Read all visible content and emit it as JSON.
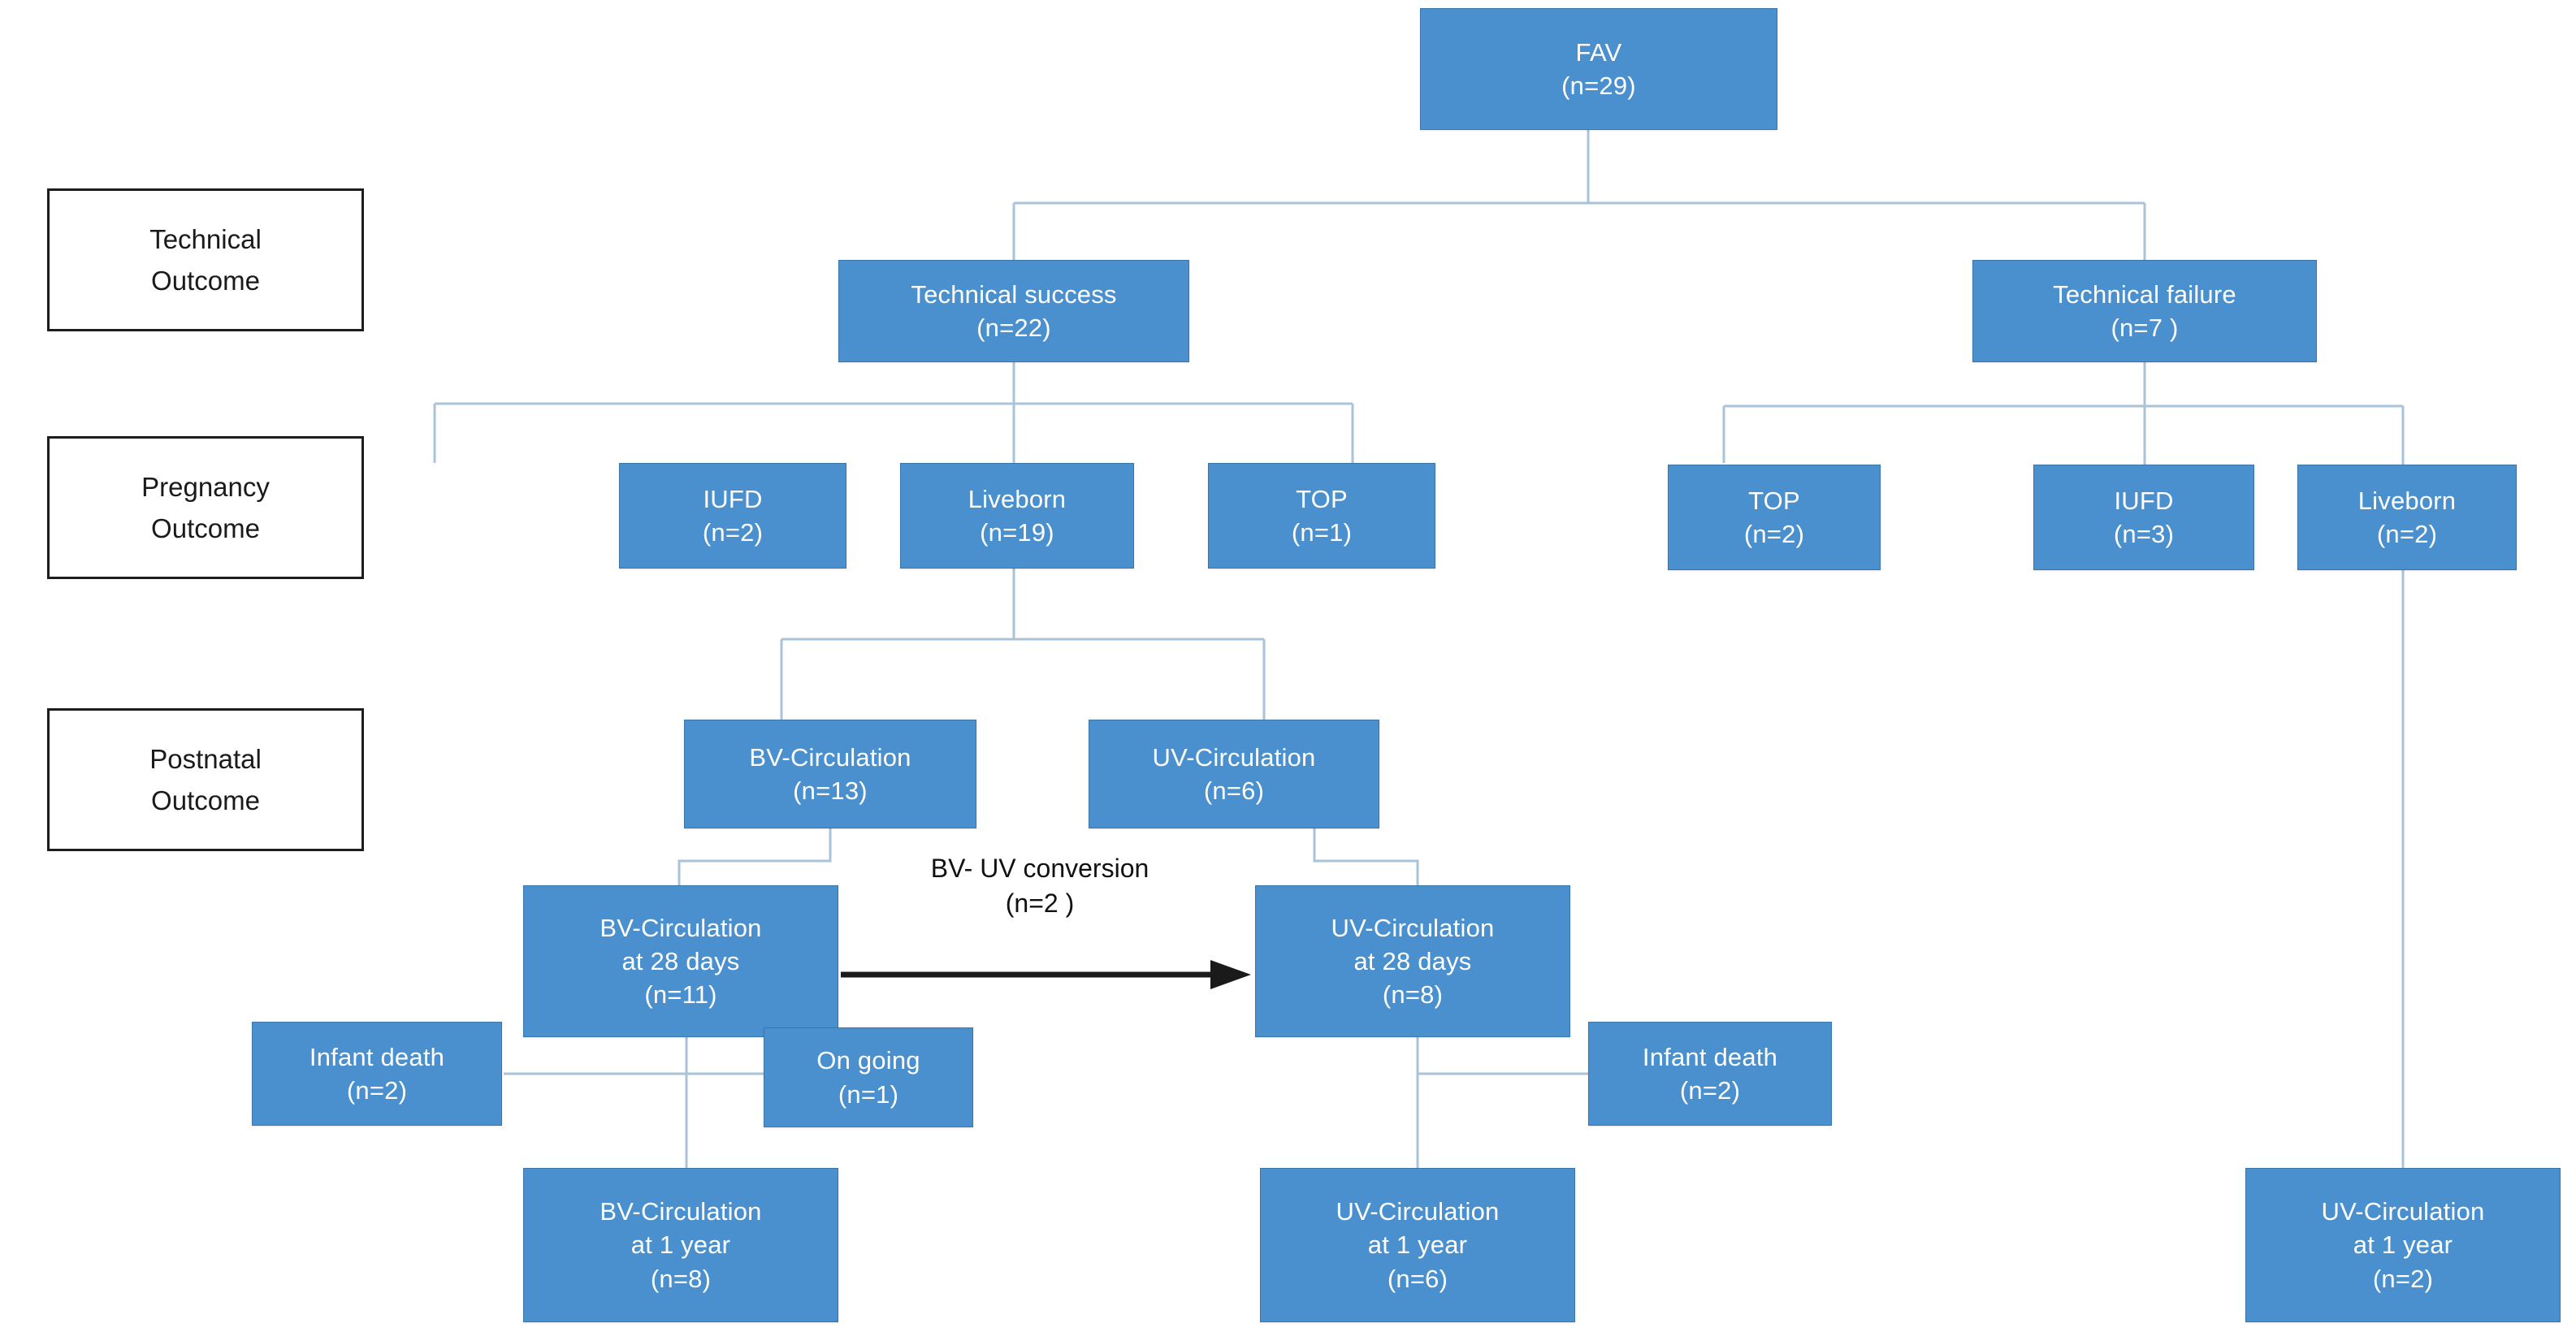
{
  "diagram": {
    "title": "FAV cohort outcome flowchart",
    "colors": {
      "node_fill": "#4A90CE",
      "node_border": "#3A76AA",
      "node_text": "#FFFFFF",
      "connector": "#A9C3D8",
      "arrow": "#1A1A1A",
      "label_border": "#1D1D1D",
      "background": "#FFFFFF"
    },
    "stage_labels": [
      {
        "id": "technical-outcome",
        "line1": "Technical",
        "line2": "Outcome"
      },
      {
        "id": "pregnancy-outcome",
        "line1": "Pregnancy",
        "line2": "Outcome"
      },
      {
        "id": "postnatal-outcome",
        "line1": "Postnatal",
        "line2": "Outcome"
      }
    ],
    "nodes": {
      "fav": {
        "line1": "FAV",
        "line2": "(n=29)",
        "line3": ""
      },
      "tech_success": {
        "line1": "Technical success",
        "line2": "(n=22)",
        "line3": ""
      },
      "tech_failure": {
        "line1": "Technical failure",
        "line2": "(n=7 )",
        "line3": ""
      },
      "iufd_success": {
        "line1": "IUFD",
        "line2": "(n=2)",
        "line3": ""
      },
      "liveborn_success": {
        "line1": "Liveborn",
        "line2": "(n=19)",
        "line3": ""
      },
      "top_success": {
        "line1": "TOP",
        "line2": "(n=1)",
        "line3": ""
      },
      "top_failure": {
        "line1": "TOP",
        "line2": "(n=2)",
        "line3": ""
      },
      "iufd_failure": {
        "line1": "IUFD",
        "line2": "(n=3)",
        "line3": ""
      },
      "liveborn_failure": {
        "line1": "Liveborn",
        "line2": "(n=2)",
        "line3": ""
      },
      "bv_circ": {
        "line1": "BV-Circulation",
        "line2": "(n=13)",
        "line3": ""
      },
      "uv_circ": {
        "line1": "UV-Circulation",
        "line2": "(n=6)",
        "line3": ""
      },
      "bv_28": {
        "line1": "BV-Circulation",
        "line2": "at 28 days",
        "line3": "(n=11)"
      },
      "uv_28": {
        "line1": "UV-Circulation",
        "line2": "at 28 days",
        "line3": "(n=8)"
      },
      "infant_death_bv": {
        "line1": "Infant death",
        "line2": "(n=2)",
        "line3": ""
      },
      "ongoing_bv": {
        "line1": "On going",
        "line2": "(n=1)",
        "line3": ""
      },
      "infant_death_uv": {
        "line1": "Infant death",
        "line2": "(n=2)",
        "line3": ""
      },
      "bv_1y": {
        "line1": "BV-Circulation",
        "line2": "at 1 year",
        "line3": "(n=8)"
      },
      "uv_1y": {
        "line1": "UV-Circulation",
        "line2": "at 1 year",
        "line3": "(n=6)"
      },
      "uv_1y_right": {
        "line1": "UV-Circulation",
        "line2": "at 1 year",
        "line3": "(n=2)"
      }
    },
    "annotations": {
      "conversion": {
        "line1": "BV- UV conversion",
        "line2": "(n=2 )"
      }
    }
  },
  "chart_data": {
    "type": "diagram",
    "title": "FAV cohort outcome flowchart",
    "counts": {
      "FAV": 29,
      "Technical success": 22,
      "Technical failure": 7,
      "IUFD (success)": 2,
      "Liveborn (success)": 19,
      "TOP (success)": 1,
      "TOP (failure)": 2,
      "IUFD (failure)": 3,
      "Liveborn (failure)": 2,
      "BV-Circulation": 13,
      "UV-Circulation": 6,
      "BV-Circulation at 28 days": 11,
      "UV-Circulation at 28 days": 8,
      "BV- UV conversion": 2,
      "Infant death (BV)": 2,
      "On going (BV)": 1,
      "Infant death (UV)": 2,
      "BV-Circulation at 1 year": 8,
      "UV-Circulation at 1 year": 6,
      "UV-Circulation at 1 year (technical failure)": 2
    },
    "edges": [
      [
        "FAV",
        "Technical success"
      ],
      [
        "FAV",
        "Technical failure"
      ],
      [
        "Technical success",
        "IUFD (success)"
      ],
      [
        "Technical success",
        "Liveborn (success)"
      ],
      [
        "Technical success",
        "TOP (success)"
      ],
      [
        "Technical failure",
        "TOP (failure)"
      ],
      [
        "Technical failure",
        "IUFD (failure)"
      ],
      [
        "Technical failure",
        "Liveborn (failure)"
      ],
      [
        "Liveborn (success)",
        "BV-Circulation"
      ],
      [
        "Liveborn (success)",
        "UV-Circulation"
      ],
      [
        "BV-Circulation",
        "BV-Circulation at 28 days"
      ],
      [
        "UV-Circulation",
        "UV-Circulation at 28 days"
      ],
      [
        "BV-Circulation at 28 days",
        "UV-Circulation at 28 days"
      ],
      [
        "BV-Circulation at 28 days",
        "Infant death (BV)"
      ],
      [
        "BV-Circulation at 28 days",
        "On going (BV)"
      ],
      [
        "BV-Circulation at 28 days",
        "BV-Circulation at 1 year"
      ],
      [
        "UV-Circulation at 28 days",
        "Infant death (UV)"
      ],
      [
        "UV-Circulation at 28 days",
        "UV-Circulation at 1 year"
      ],
      [
        "Liveborn (failure)",
        "UV-Circulation at 1 year (technical failure)"
      ]
    ]
  }
}
